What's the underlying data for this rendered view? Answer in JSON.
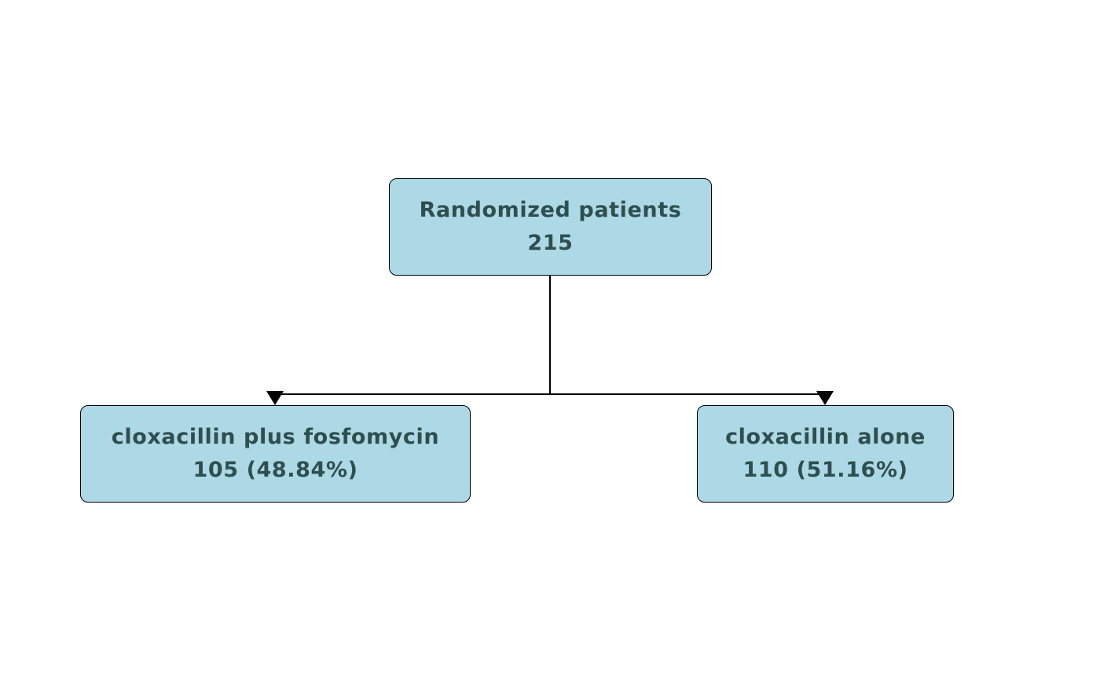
{
  "diagram": {
    "colors": {
      "box_fill": "#add8e6",
      "box_border": "#000000",
      "text": "#2f4f4f",
      "connector": "#000000"
    },
    "root": {
      "label": "Randomized patients",
      "value": "215"
    },
    "arms": [
      {
        "label": "cloxacillin plus fosfomycin",
        "value": "105 (48.84%)"
      },
      {
        "label": "cloxacillin alone",
        "value": "110 (51.16%)"
      }
    ]
  }
}
